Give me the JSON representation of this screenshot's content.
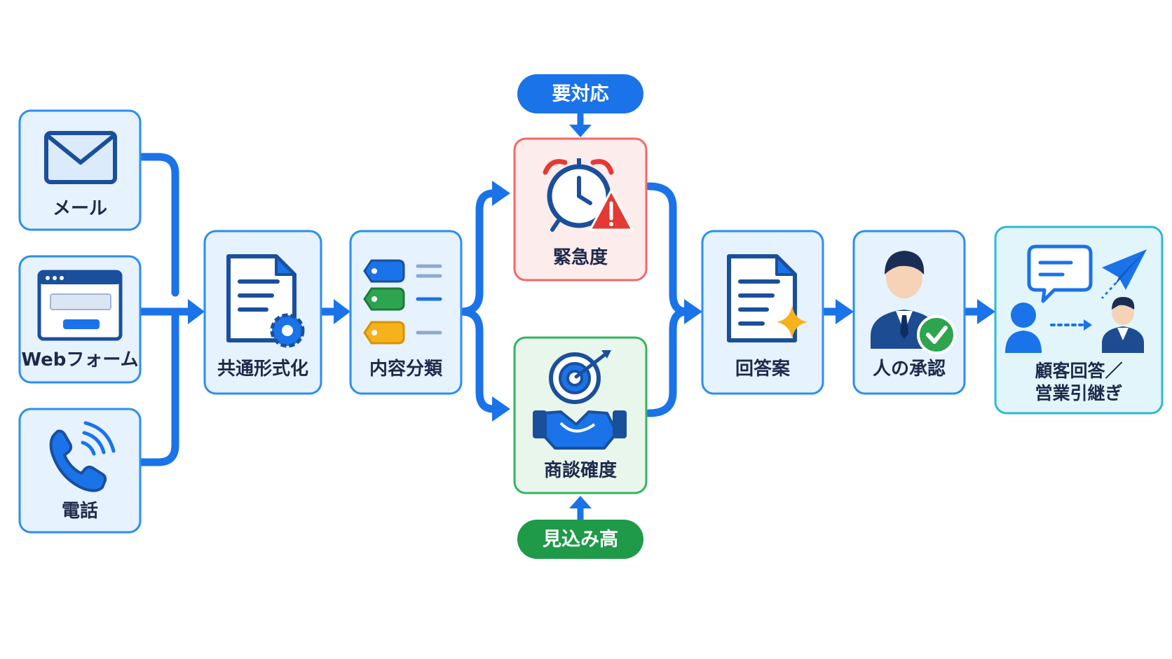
{
  "inputs": {
    "email": "メール",
    "webform": "Webフォーム",
    "phone": "電話"
  },
  "steps": {
    "normalize": "共通形式化",
    "classify": "内容分類",
    "urgency": "緊急度",
    "deal": "商談確度",
    "draft": "回答案",
    "approval": "人の承認",
    "final_line1": "顧客回答／",
    "final_line2": "営業引継ぎ"
  },
  "tags": {
    "urgent": "要対応",
    "prospect": "見込み高"
  },
  "icons": {
    "email": "envelope-icon",
    "webform": "browser-form-icon",
    "phone": "phone-icon",
    "normalize": "document-gear-icon",
    "classify": "tag-list-icon",
    "urgency": "alarm-clock-warning-icon",
    "deal": "target-handshake-icon",
    "draft": "document-sparkle-icon",
    "approval": "person-check-icon",
    "final": "chat-send-handoff-icon"
  },
  "colors": {
    "flow_blue": "#1a73e8",
    "box_border": "#2b8ef0",
    "box_fill": "#e6f2fd",
    "urgent_border": "#f06a6a",
    "urgent_fill": "#fdecec",
    "deal_border": "#34b45c",
    "deal_fill": "#e8f6ec",
    "final_border": "#2fb8d6",
    "final_fill": "#e2f5fa",
    "tag_urgent": "#1a73e8",
    "tag_prospect": "#1e9a48"
  }
}
